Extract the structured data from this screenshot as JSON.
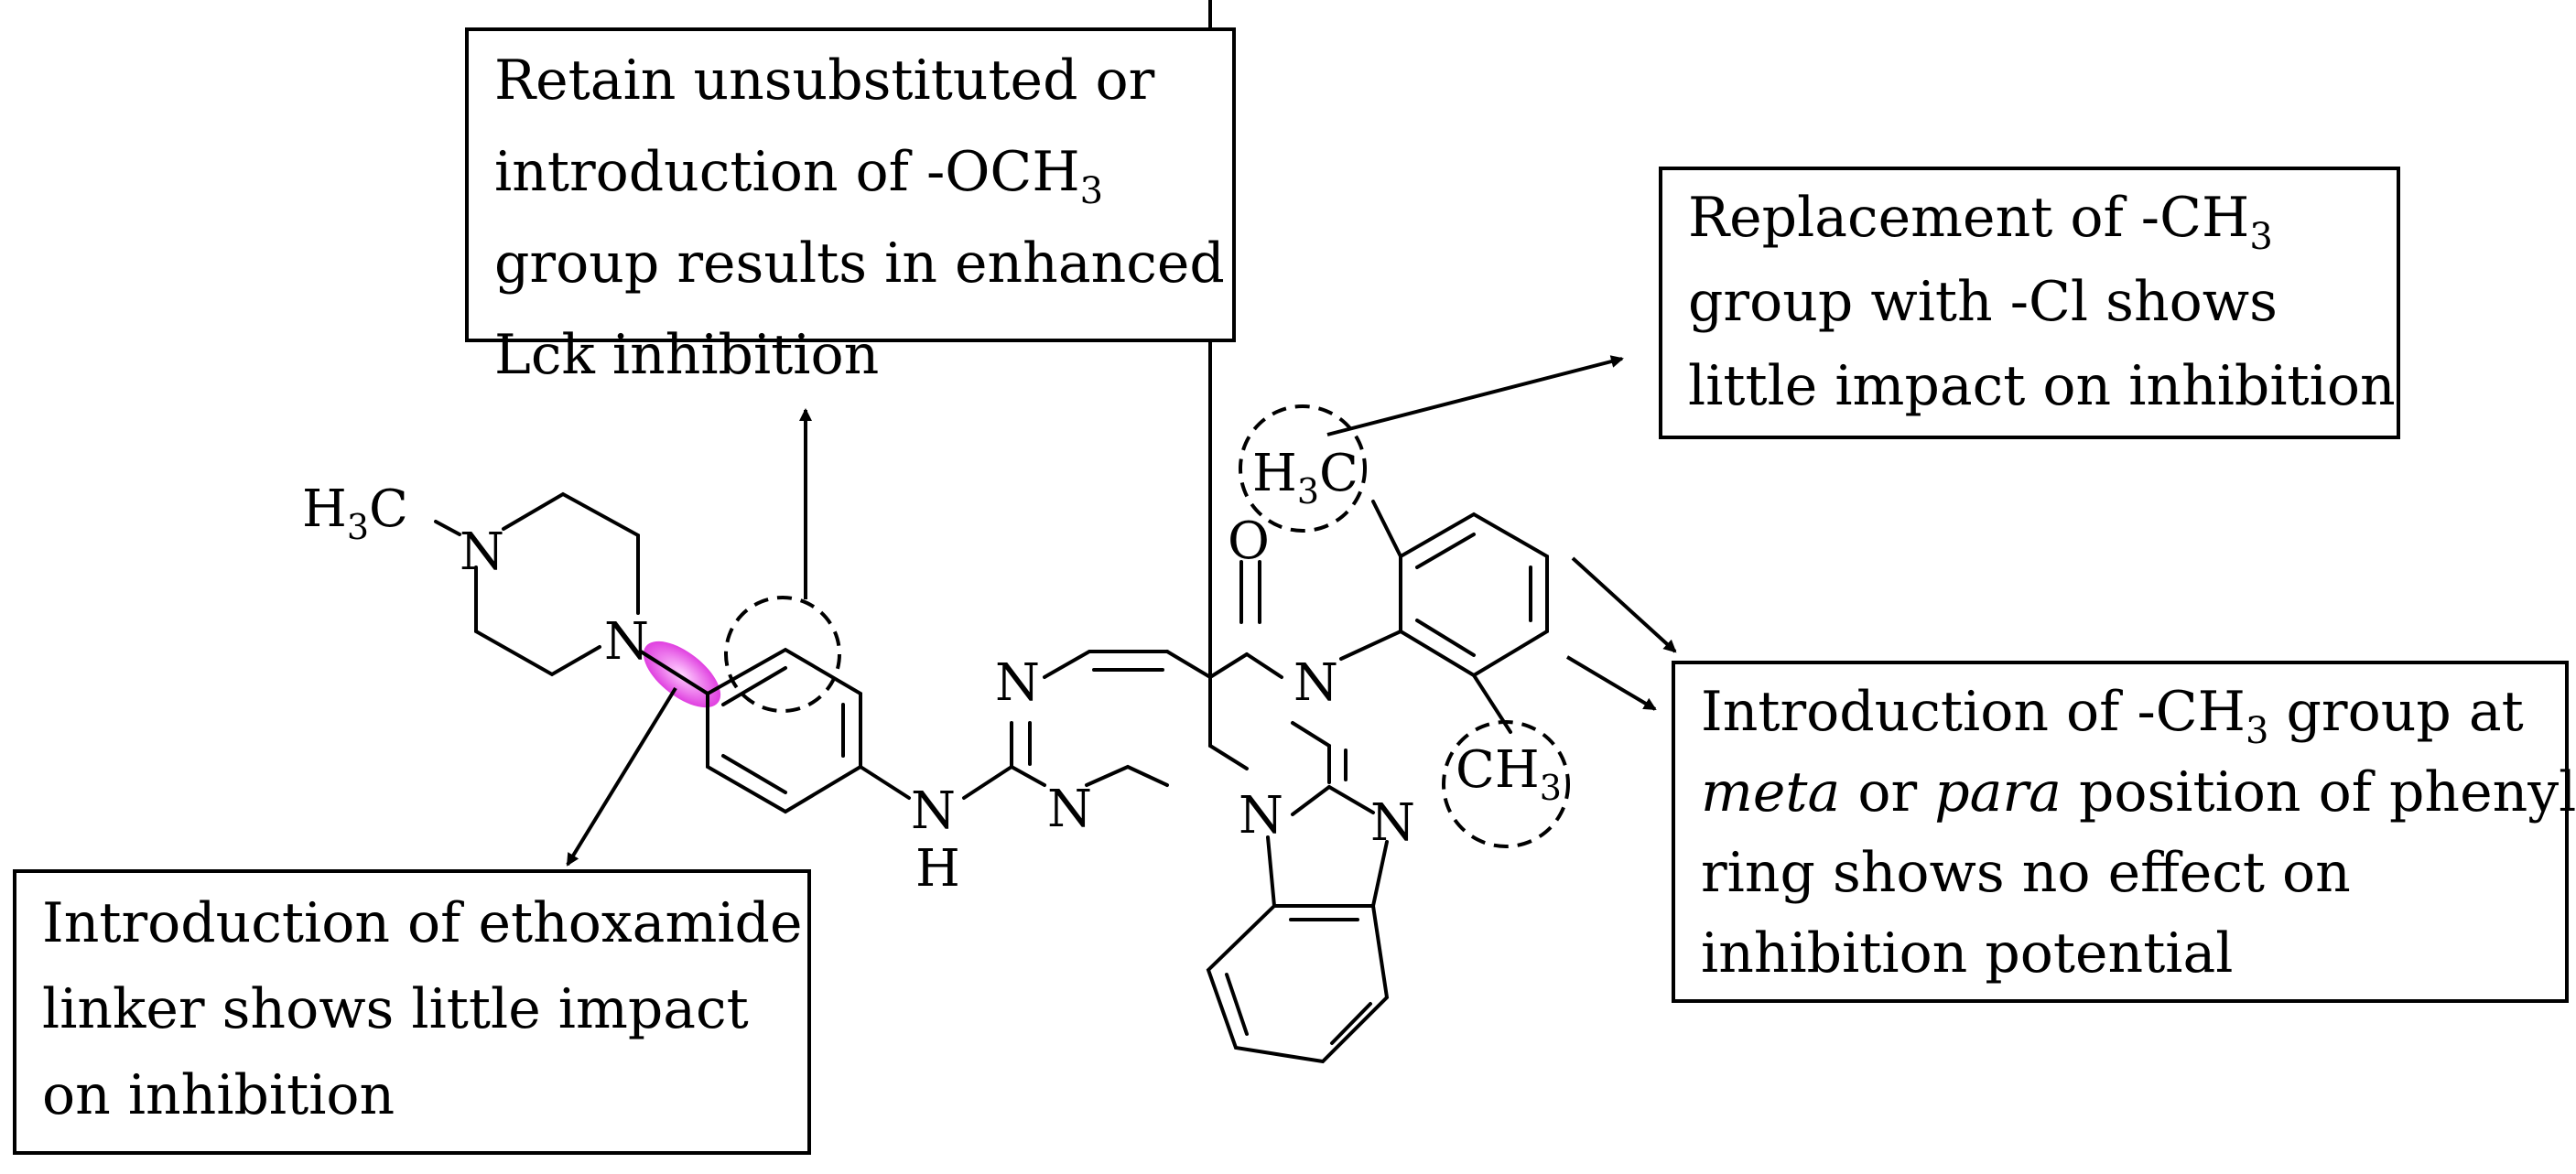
{
  "annotations": {
    "top": {
      "line1": "Retain unsubstituted or",
      "line2_pre": "introduction of -OCH",
      "line2_sub": "3",
      "line3": "group results in enhanced",
      "line4": "Lck inhibition"
    },
    "right_top": {
      "line1_pre": "Replacement of -CH",
      "line1_sub": "3",
      "line2": "group with -Cl shows",
      "line3": "little impact on inhibition"
    },
    "right_bottom": {
      "line1_pre": "Introduction of -CH",
      "line1_sub": "3",
      "line1_post": " group at",
      "line2_i1": "meta",
      "line2_mid": " or ",
      "line2_i2": "para",
      "line2_post": " position of phenyl",
      "line3": "ring shows no effect on",
      "line4": "inhibition potential"
    },
    "left_bottom": {
      "line1": "Introduction of ethoxamide",
      "line2": "linker shows little impact",
      "line3": "on inhibition"
    }
  },
  "structure_labels": {
    "h3c_left": "H",
    "h3c_left_sub": "3",
    "h3c_left_post": "C",
    "n_piperazine_top": "N",
    "n_piperazine_bottom": "N",
    "nh_n": "N",
    "nh_h": "H",
    "pyrimidine_n_top": "N",
    "pyrimidine_n_bottom": "N",
    "carbonyl_o": "O",
    "amide_n": "N",
    "bridge_n": "N",
    "imidazole_n": "N",
    "h3c_right": "H",
    "h3c_right_sub": "3",
    "h3c_right_post": "C",
    "ch3_right": "CH",
    "ch3_right_sub": "3"
  },
  "colors": {
    "highlight": "#e040e0",
    "line": "#000000"
  }
}
